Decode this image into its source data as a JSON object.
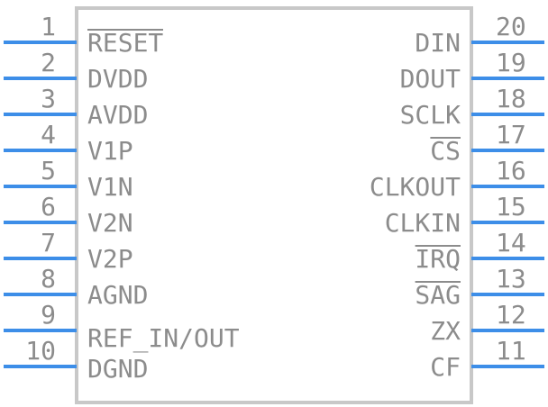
{
  "component": {
    "left_pins": [
      {
        "number": "1",
        "label": "RESET",
        "active_low": true
      },
      {
        "number": "2",
        "label": "DVDD",
        "active_low": false
      },
      {
        "number": "3",
        "label": "AVDD",
        "active_low": false
      },
      {
        "number": "4",
        "label": "V1P",
        "active_low": false
      },
      {
        "number": "5",
        "label": "V1N",
        "active_low": false
      },
      {
        "number": "6",
        "label": "V2N",
        "active_low": false
      },
      {
        "number": "7",
        "label": "V2P",
        "active_low": false
      },
      {
        "number": "8",
        "label": "AGND",
        "active_low": false
      },
      {
        "number": "9",
        "label": "REF_IN/OUT",
        "active_low": false
      },
      {
        "number": "10",
        "label": "DGND",
        "active_low": false
      }
    ],
    "right_pins": [
      {
        "number": "20",
        "label": "DIN",
        "active_low": false
      },
      {
        "number": "19",
        "label": "DOUT",
        "active_low": false
      },
      {
        "number": "18",
        "label": "SCLK",
        "active_low": false
      },
      {
        "number": "17",
        "label": "CS",
        "active_low": true
      },
      {
        "number": "16",
        "label": "CLKOUT",
        "active_low": false
      },
      {
        "number": "15",
        "label": "CLKIN",
        "active_low": false
      },
      {
        "number": "14",
        "label": "IRQ",
        "active_low": true
      },
      {
        "number": "13",
        "label": "SAG",
        "active_low": true
      },
      {
        "number": "12",
        "label": "ZX",
        "active_low": false
      },
      {
        "number": "11",
        "label": "CF",
        "active_low": false
      }
    ],
    "colors": {
      "pin_line": "#3d8ee8",
      "text": "#8c8c8c",
      "body_outline": "#c8c8c8"
    }
  }
}
